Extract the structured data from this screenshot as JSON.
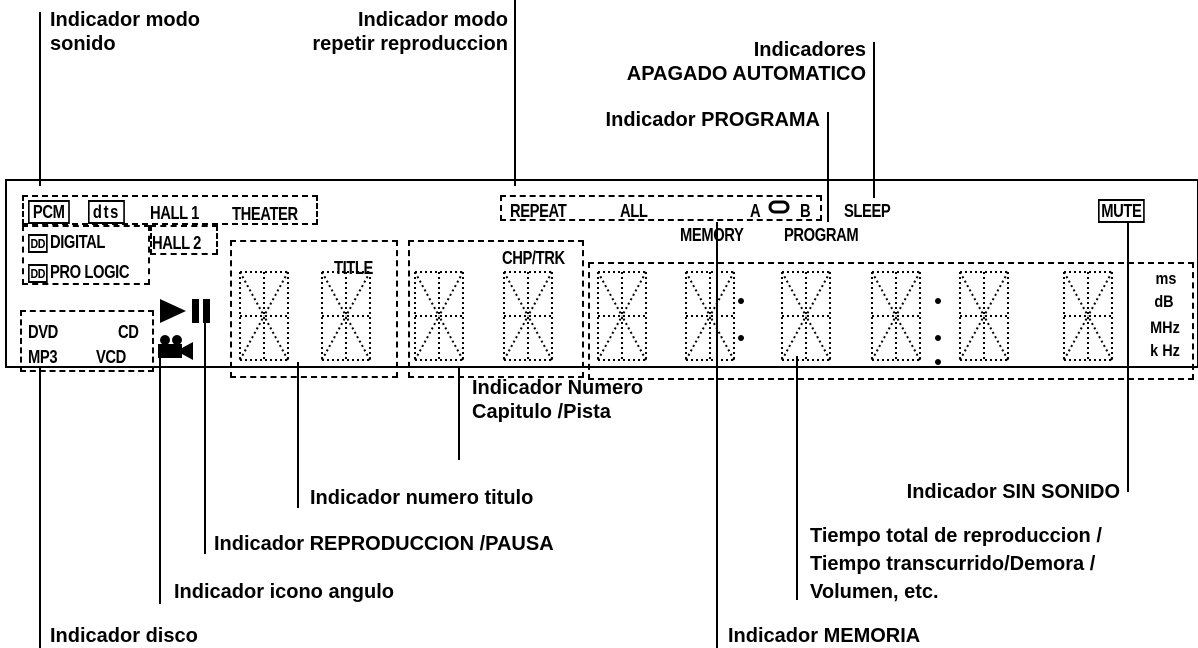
{
  "callouts": {
    "sound_mode": [
      "Indicador modo",
      "sonido"
    ],
    "repeat_mode": [
      "Indicador modo",
      "repetir reproduccion"
    ],
    "auto_off": [
      "Indicadores",
      "APAGADO AUTOMATICO"
    ],
    "program": "Indicador  PROGRAMA",
    "chapter_track": [
      "Indicador Numero",
      "Capitulo /Pista"
    ],
    "title_number": "Indicador numero titulo",
    "mute": "Indicador SIN SONIDO",
    "play_pause": "Indicador REPRODUCCION /PAUSA",
    "time": [
      "Tiempo total de reproduccion /",
      "Tiempo transcurrido/Demora /",
      "Volumen, etc."
    ],
    "angle": "Indicador icono angulo",
    "disc": "Indicador disco",
    "memory": "Indicador MEMORIA"
  },
  "display": {
    "pcm": "PCM",
    "dts": "dts",
    "hall1": "HALL 1",
    "theater": "THEATER",
    "digital": "DIGITAL",
    "hall2": "HALL 2",
    "prologic": "PRO LOGIC",
    "dolby_symbol": "DD",
    "repeat": "REPEAT",
    "all": "ALL",
    "a": "A",
    "b": "B",
    "memory": "MEMORY",
    "program": "PROGRAM",
    "sleep": "SLEEP",
    "mute": "MUTE",
    "title": "TITLE",
    "chp_trk": "CHP/TRK",
    "dvd": "DVD",
    "cd": "CD",
    "mp3": "MP3",
    "vcd": "VCD",
    "units": [
      "ms",
      "dB",
      "MHz",
      "k Hz"
    ]
  }
}
